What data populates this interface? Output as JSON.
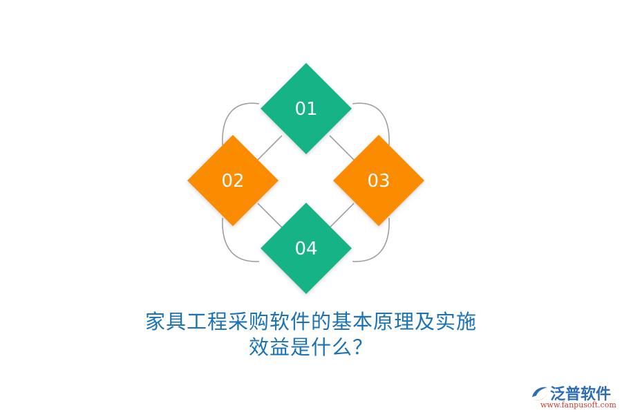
{
  "diagram": {
    "items": [
      {
        "label": "01",
        "color": "#15b386"
      },
      {
        "label": "02",
        "color": "#fb8c00"
      },
      {
        "label": "03",
        "color": "#fb8c00"
      },
      {
        "label": "04",
        "color": "#15b386"
      }
    ],
    "connector_color": "#9e9e9e"
  },
  "title": {
    "line1": "家具工程采购软件的基本原理及实施",
    "line2": "效益是什么？"
  },
  "logo": {
    "name": "泛普软件",
    "url": "www.fanpusoft.com",
    "icon": "fanpu-logo-icon"
  }
}
